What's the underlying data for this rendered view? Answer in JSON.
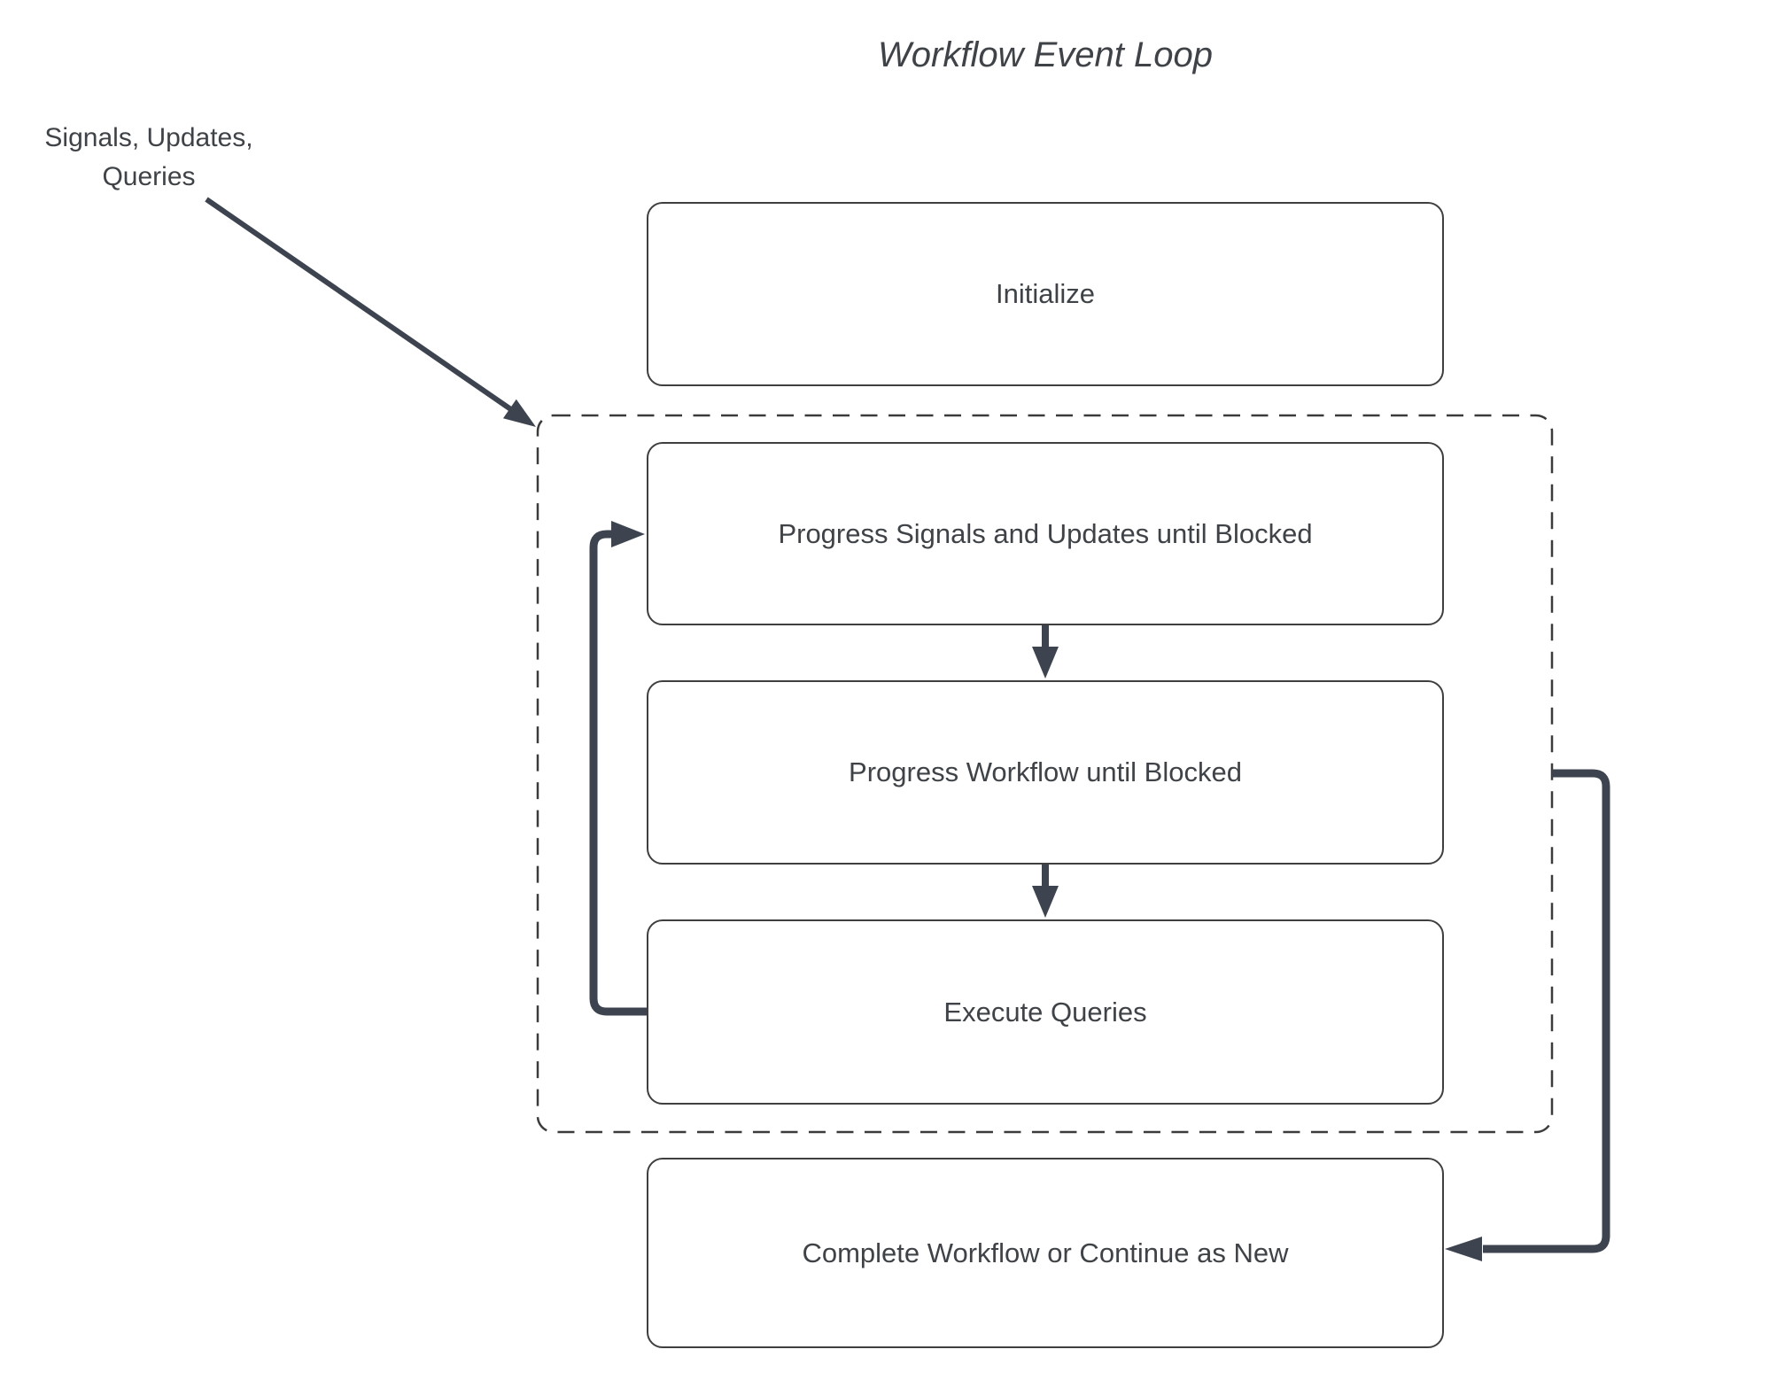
{
  "title": "Workflow Event Loop",
  "annotation": {
    "line1": "Signals, Updates,",
    "line2": "Queries"
  },
  "nodes": {
    "initialize": "Initialize",
    "progress_signals": "Progress Signals and Updates until Blocked",
    "progress_workflow": "Progress Workflow until Blocked",
    "execute_queries": "Execute Queries",
    "complete": "Complete Workflow or Continue as New"
  },
  "edges": [
    {
      "from": "signals-updates-queries-label",
      "to": "event-loop-boundary",
      "style": "thin-arrow"
    },
    {
      "from": "progress_signals",
      "to": "progress_workflow",
      "style": "thick-down-arrow"
    },
    {
      "from": "progress_workflow",
      "to": "execute_queries",
      "style": "thick-down-arrow"
    },
    {
      "from": "execute_queries",
      "to": "progress_signals",
      "style": "thick-loop-left"
    },
    {
      "from": "event-loop-boundary",
      "to": "complete",
      "style": "thick-loop-right"
    }
  ],
  "colors": {
    "background": "#ffffff",
    "node_border": "#3f3f3f",
    "dashed_boundary": "#3b3b3b",
    "connector": "#3d4450",
    "text": "#3f4347"
  }
}
